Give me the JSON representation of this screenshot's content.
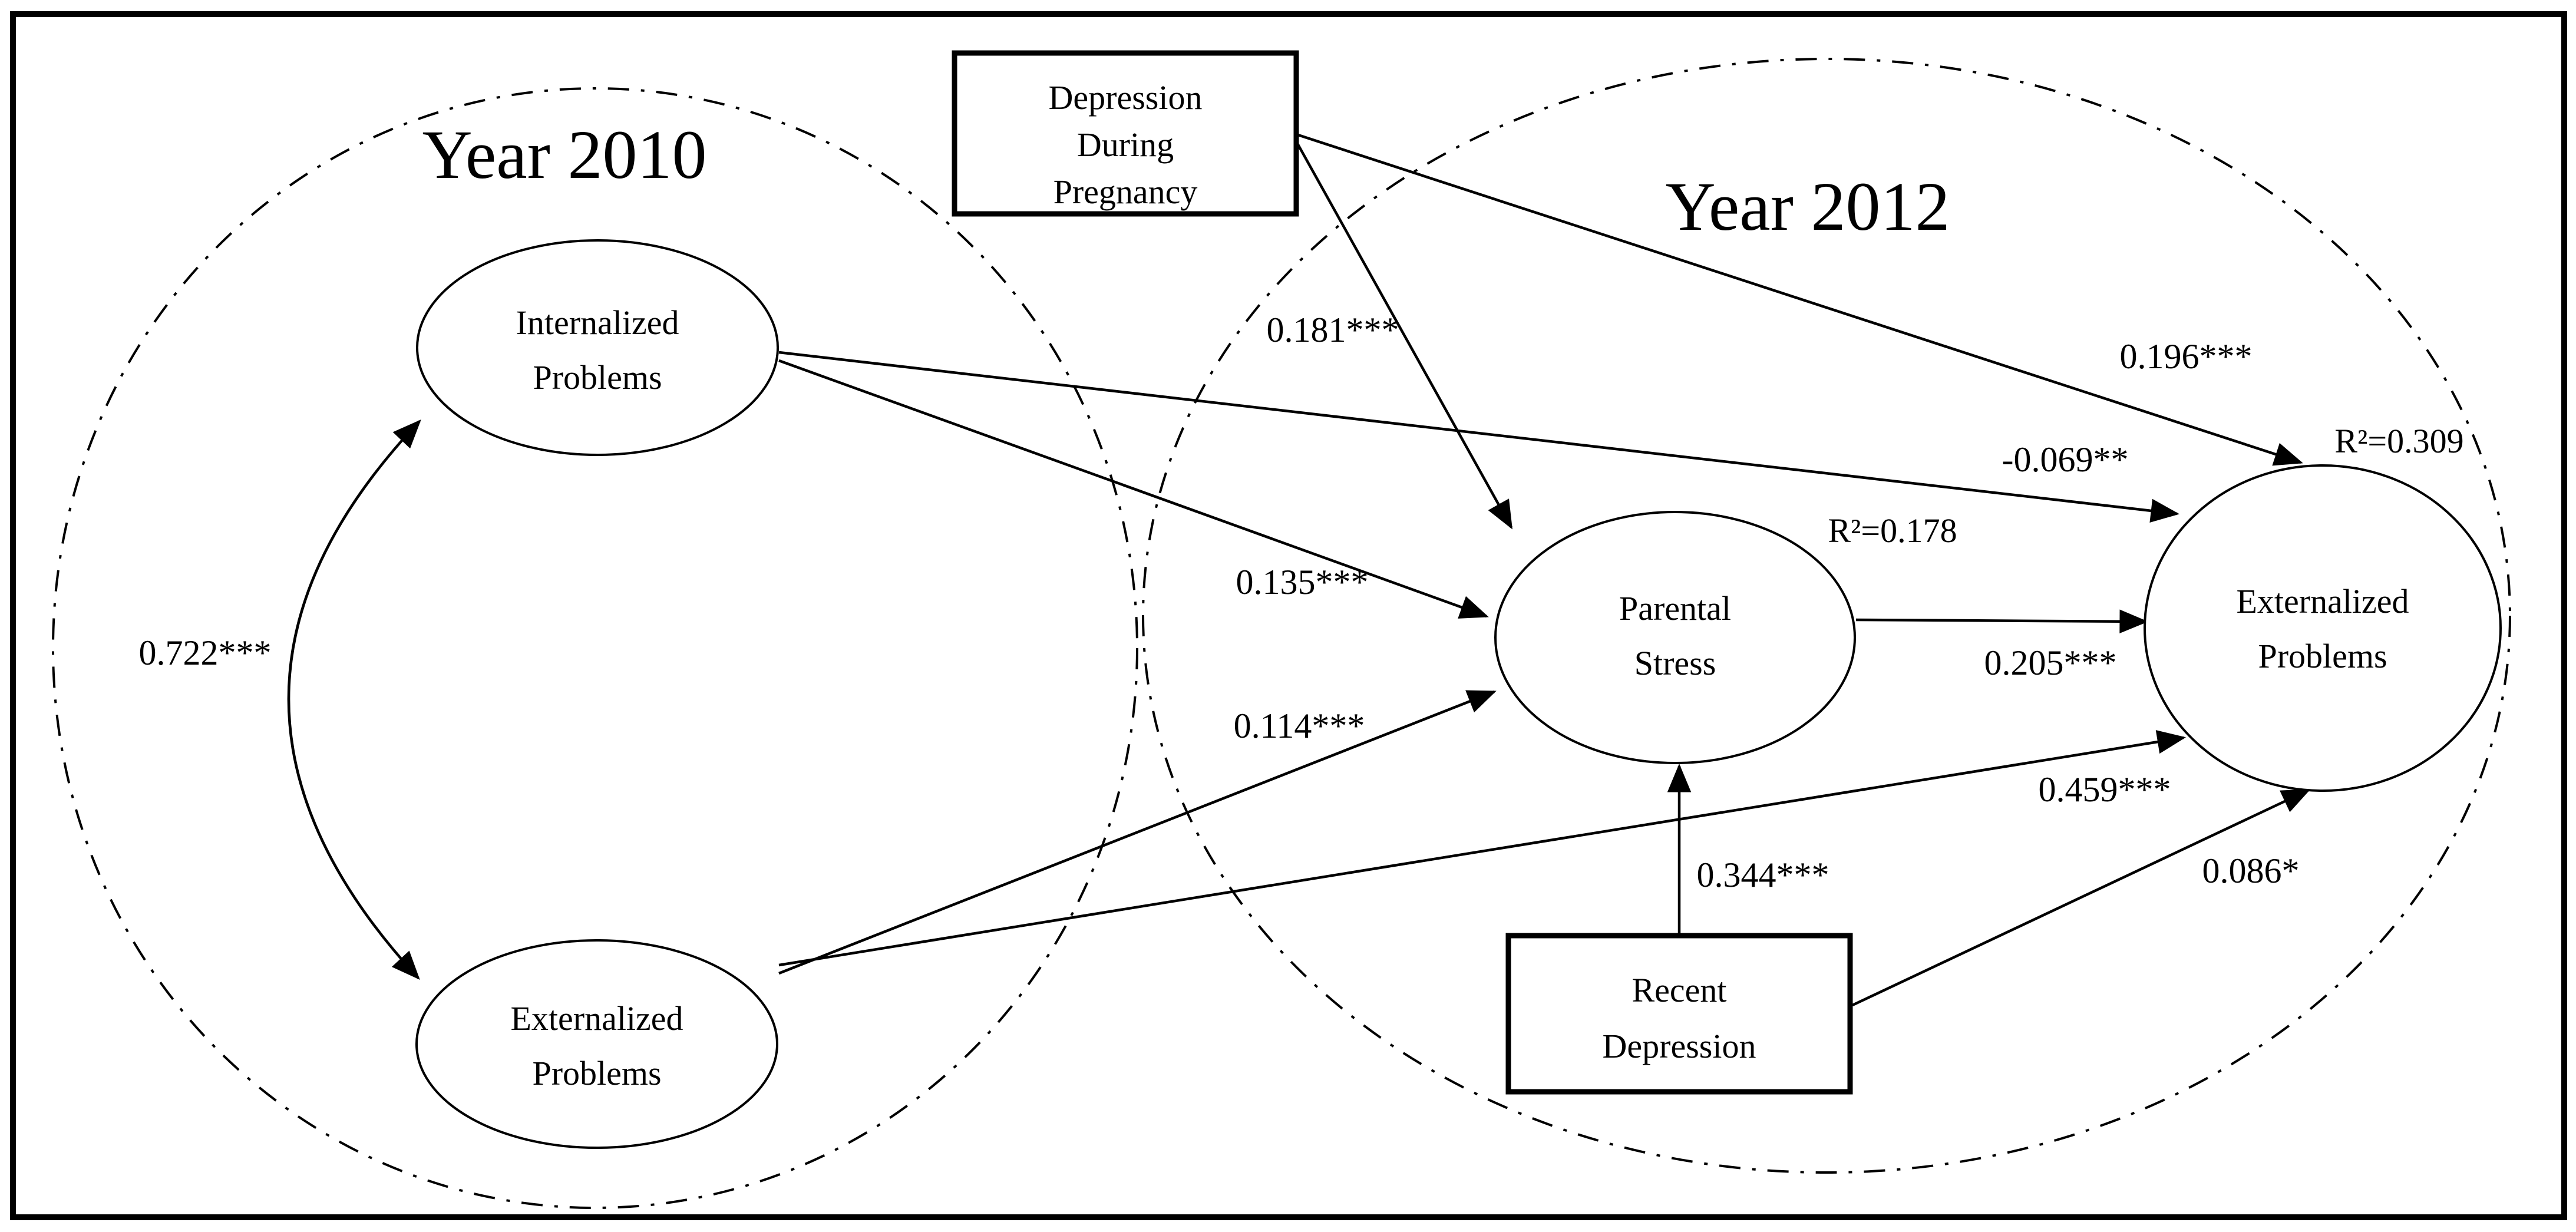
{
  "figure": {
    "description": "Structural equation model path diagram linking maternal depression, parental stress, and child behavior problems across 2010 and 2012",
    "background_color": "#ffffff",
    "ink_color": "#000000"
  },
  "groups": {
    "year_2010": {
      "label": "Year 2010"
    },
    "year_2012": {
      "label": "Year 2012"
    }
  },
  "nodes": {
    "depression_pregnancy": {
      "type": "observed",
      "lines": [
        "Depression",
        "During",
        "Pregnancy"
      ]
    },
    "internalized_2010": {
      "type": "latent",
      "lines": [
        "Internalized",
        "Problems"
      ]
    },
    "externalized_2010": {
      "type": "latent",
      "lines": [
        "Externalized",
        "Problems"
      ]
    },
    "parental_stress": {
      "type": "latent",
      "lines": [
        "Parental",
        "Stress"
      ],
      "r_squared_label": "R²=0.178",
      "r_squared": 0.178
    },
    "externalized_2012": {
      "type": "latent",
      "lines": [
        "Externalized",
        "Problems"
      ],
      "r_squared_label": "R²=0.309",
      "r_squared": 0.309
    },
    "recent_depression": {
      "type": "observed",
      "lines": [
        "Recent",
        "Depression"
      ]
    }
  },
  "paths": {
    "preg_to_stress": {
      "from": "depression_pregnancy",
      "to": "parental_stress",
      "coefficient": 0.181,
      "significance": "***",
      "label": "0.181***"
    },
    "preg_to_ext2012": {
      "from": "depression_pregnancy",
      "to": "externalized_2012",
      "coefficient": 0.196,
      "significance": "***",
      "label": "0.196***"
    },
    "int2010_to_ext2012": {
      "from": "internalized_2010",
      "to": "externalized_2012",
      "coefficient": -0.069,
      "significance": "**",
      "label": "-0.069**"
    },
    "int2010_to_stress": {
      "from": "internalized_2010",
      "to": "parental_stress",
      "coefficient": 0.135,
      "significance": "***",
      "label": "0.135***"
    },
    "ext2010_to_stress": {
      "from": "externalized_2010",
      "to": "parental_stress",
      "coefficient": 0.114,
      "significance": "***",
      "label": "0.114***"
    },
    "ext2010_to_ext2012": {
      "from": "externalized_2010",
      "to": "externalized_2012",
      "coefficient": 0.459,
      "significance": "***",
      "label": "0.459***"
    },
    "stress_to_ext2012": {
      "from": "parental_stress",
      "to": "externalized_2012",
      "coefficient": 0.205,
      "significance": "***",
      "label": "0.205***"
    },
    "recent_to_stress": {
      "from": "recent_depression",
      "to": "parental_stress",
      "coefficient": 0.344,
      "significance": "***",
      "label": "0.344***"
    },
    "recent_to_ext2012": {
      "from": "recent_depression",
      "to": "externalized_2012",
      "coefficient": 0.086,
      "significance": "*",
      "label": "0.086*"
    },
    "int2010_with_ext2010": {
      "from": "internalized_2010",
      "to": "externalized_2010",
      "coefficient": 0.722,
      "significance": "***",
      "label": "0.722***",
      "double_headed": true
    }
  }
}
